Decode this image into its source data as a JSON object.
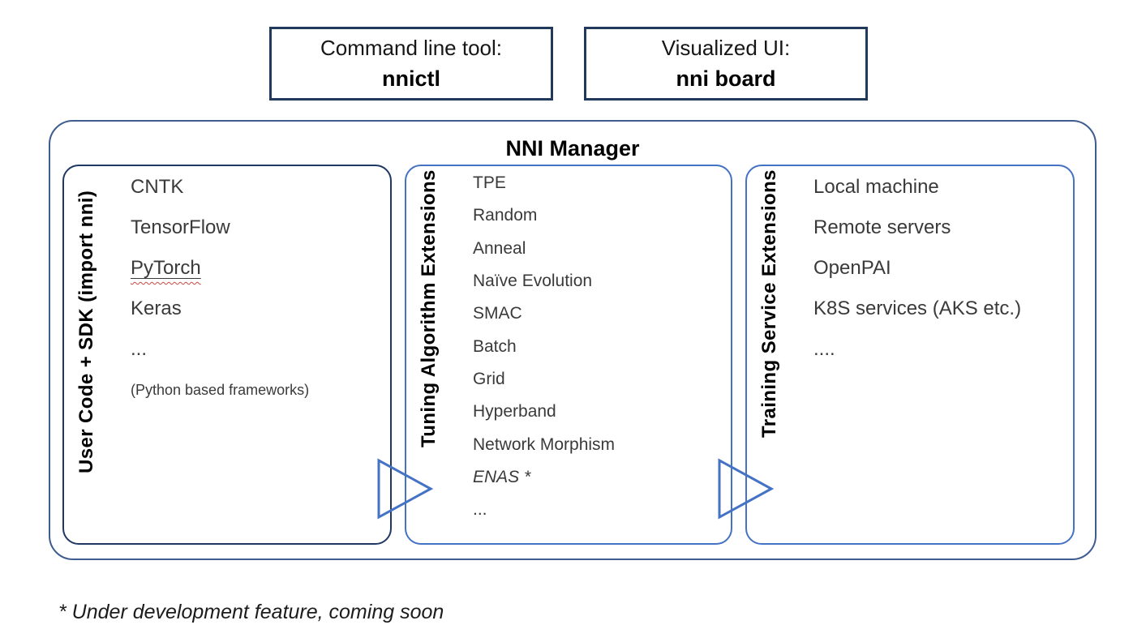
{
  "top_boxes": [
    {
      "label": "Command line tool:",
      "value": "nnictl"
    },
    {
      "label": "Visualized UI:",
      "value": "nni board"
    }
  ],
  "manager": {
    "title": "NNI Manager",
    "columns": [
      {
        "label": "User Code + SDK (import nni)",
        "items": [
          "CNTK",
          "TensorFlow",
          "PyTorch",
          "Keras",
          "...",
          "(Python based frameworks)"
        ]
      },
      {
        "label": "Tuning Algorithm Extensions",
        "items": [
          "TPE",
          "Random",
          "Anneal",
          "Naïve Evolution",
          "SMAC",
          "Batch",
          "Grid",
          "Hyperband",
          "Network Morphism",
          "ENAS *",
          "..."
        ]
      },
      {
        "label": "Training Service Extensions",
        "items": [
          "Local machine",
          "Remote servers",
          "OpenPAI",
          "K8S services (AKS etc.)",
          "...."
        ]
      }
    ]
  },
  "footnote": "* Under development feature, coming soon",
  "colors": {
    "top_box_border": "#213A5C",
    "outer_border": "#3E5C8F",
    "user_column_border": "#1F3864",
    "blue_column_border": "#4472C4",
    "arrow_stroke": "#4472C4",
    "spellcheck_squiggle": "#C84A3F"
  }
}
